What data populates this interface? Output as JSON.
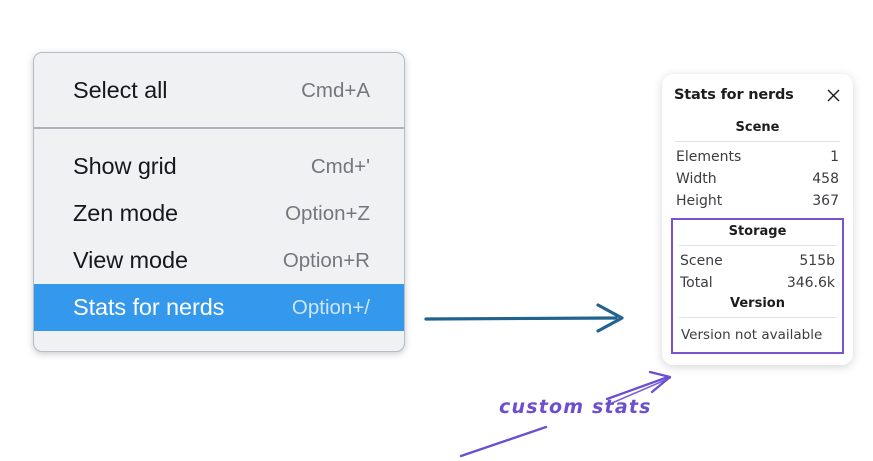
{
  "context_menu": {
    "name": "canvas-context-menu",
    "groups": [
      {
        "id": "primary",
        "items": [
          {
            "label": "Select all",
            "shortcut": "Cmd+A",
            "selected": false
          }
        ]
      },
      {
        "id": "secondary",
        "items": [
          {
            "label": "Show grid",
            "shortcut": "Cmd+'",
            "selected": false
          },
          {
            "label": "Zen mode",
            "shortcut": "Option+Z",
            "selected": false
          },
          {
            "label": "View mode",
            "shortcut": "Option+R",
            "selected": false
          },
          {
            "label": "Stats for nerds",
            "shortcut": "Option+/",
            "selected": true
          }
        ]
      }
    ]
  },
  "stats_panel": {
    "title": "Stats for nerds",
    "close_icon": "close-icon",
    "sections": {
      "scene": {
        "title": "Scene",
        "rows": [
          {
            "label": "Elements",
            "value": "1"
          },
          {
            "label": "Width",
            "value": "458"
          },
          {
            "label": "Height",
            "value": "367"
          }
        ]
      },
      "storage": {
        "title": "Storage",
        "rows": [
          {
            "label": "Scene",
            "value": "515b"
          },
          {
            "label": "Total",
            "value": "346.6k"
          }
        ]
      },
      "version": {
        "title": "Version",
        "note": "Version not available"
      }
    }
  },
  "annotations": {
    "custom_stats_label": "custom stats",
    "flow_arrow_color": "#20638f",
    "highlight_color": "#7a52d0",
    "selected_row_color": "#3498ec"
  }
}
